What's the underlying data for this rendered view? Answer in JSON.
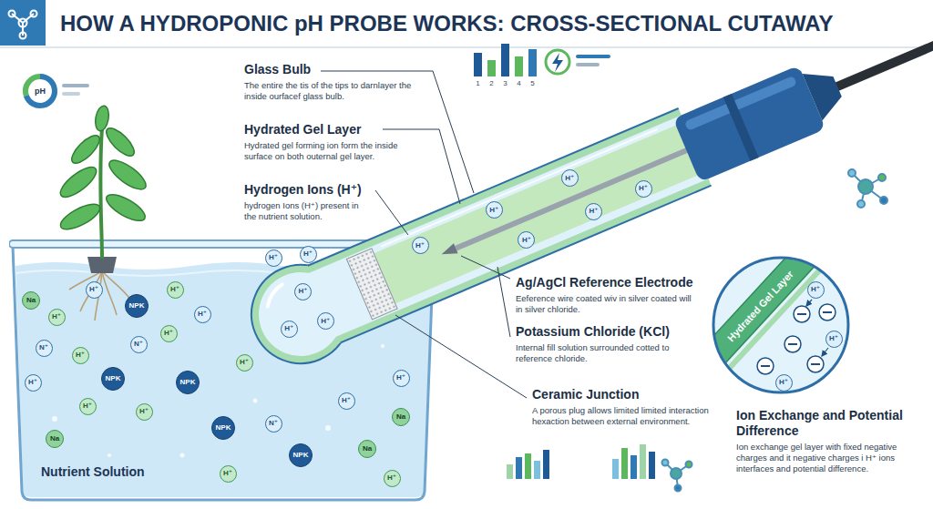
{
  "diagram": {
    "title": "HOW A HYDROPONIC pH PROBE WORKS: CROSS-SECTIONAL CUTAWAY",
    "nodes": [
      {
        "text": [
          "Nutrient Solution"
        ]
      },
      {
        "text": [
          "H⁺"
        ],
        "in": 0
      },
      {
        "text": [
          "H⁺"
        ],
        "in": 0
      },
      {
        "text": [
          "Na"
        ],
        "in": 0
      },
      {
        "text": [
          "H⁺"
        ],
        "in": 0
      },
      {
        "text": [
          "H⁺"
        ],
        "in": 0
      },
      {
        "text": [
          "NPK"
        ],
        "in": 0
      },
      {
        "text": [
          "H⁺"
        ],
        "in": 0
      },
      {
        "text": [
          "H⁺"
        ],
        "in": 0
      },
      {
        "text": [
          "N⁺"
        ],
        "in": 0
      },
      {
        "text": [
          "H⁺"
        ],
        "in": 0
      },
      {
        "text": [
          "N⁺"
        ],
        "in": 0
      },
      {
        "text": [
          "H⁺"
        ],
        "in": 0
      },
      {
        "text": [
          "H⁺"
        ],
        "in": 0
      },
      {
        "text": [
          "H⁺"
        ],
        "in": 0
      },
      {
        "text": [
          "NPK"
        ],
        "in": 0
      },
      {
        "text": [
          "NPK"
        ],
        "in": 0
      },
      {
        "text": [
          "H⁺"
        ],
        "in": 0
      },
      {
        "text": [
          "H⁺"
        ],
        "in": 0
      },
      {
        "text": [
          "NPK"
        ],
        "in": 0
      },
      {
        "text": [
          "N⁺"
        ],
        "in": 0
      },
      {
        "text": [
          "Na"
        ],
        "in": 0
      },
      {
        "text": [
          "NPK"
        ],
        "in": 0
      },
      {
        "text": [
          "H⁺"
        ],
        "in": 0
      },
      {
        "text": [
          "Na"
        ],
        "in": 0
      },
      {
        "text": [
          "Na"
        ],
        "in": 0
      },
      {
        "text": [
          "H⁺"
        ],
        "in": 0
      },
      {
        "text": [
          "H⁺"
        ],
        "in": 0
      },
      {
        "text": [
          "H⁺"
        ],
        "in": 0
      },
      {
        "text": [
          "H⁺"
        ]
      },
      {
        "text": [
          "H⁺"
        ]
      },
      {
        "text": [
          "H⁺"
        ]
      },
      {
        "text": [
          "H⁺"
        ]
      },
      {
        "text": [
          "H⁺"
        ]
      },
      {
        "text": [
          "H⁺"
        ]
      },
      {
        "text": [
          "H⁺"
        ]
      },
      {
        "text": [
          "H⁺"
        ]
      },
      {
        "text": [
          "H⁺"
        ]
      },
      {
        "text": [
          "Hydrated Gel Layer"
        ]
      },
      {
        "text": [
          "H⁺"
        ],
        "in": 38
      },
      {
        "text": [
          "H⁺"
        ],
        "in": 38
      },
      {
        "text": [
          "H⁺"
        ],
        "in": 38
      }
    ],
    "labels": [
      "pH",
      "1",
      "2",
      "3",
      "4",
      "5",
      "Glass Bulb",
      "The entire the tis of the tips to darnlayer the inside ourfacef glass bulb.",
      "Hydrated Gel Layer",
      "Hydrated gel forming ion form the inside surface on both outernal gel layer.",
      "Hydrogen Ions (H⁺)",
      "hydrogen Ions (H⁺) present in the nutrient solution.",
      "Ag/AgCl Reference Electrode",
      "Eeference wire coated wiv in silver coated will in silver chloride.",
      "Potassium Chloride (KCl)",
      "Internal fill solution surrounded cotted to reference chloride.",
      "Ceramic Junction",
      "A porous plug allows limited limited interaction hexaction between external environment.",
      "Ion Exchange and Potential Difference",
      "Ion exchange gel layer with fixed negative charges and it negative charges i H⁺ ions interfaces and potential difference."
    ]
  }
}
